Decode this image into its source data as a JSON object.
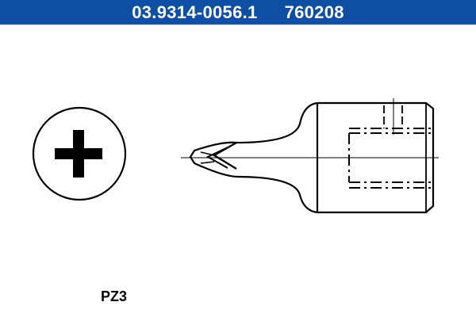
{
  "header": {
    "part_number": "03.9314-0056.1",
    "code": "760208",
    "bg_color": "#0d4fa3",
    "text_color": "#ffffff"
  },
  "drawing": {
    "bit_size_label": "PZ3",
    "head_icon": "pozidriv-cross-icon",
    "bit_view": "screwdriver-bit-side-view",
    "line_color": "#000000"
  }
}
